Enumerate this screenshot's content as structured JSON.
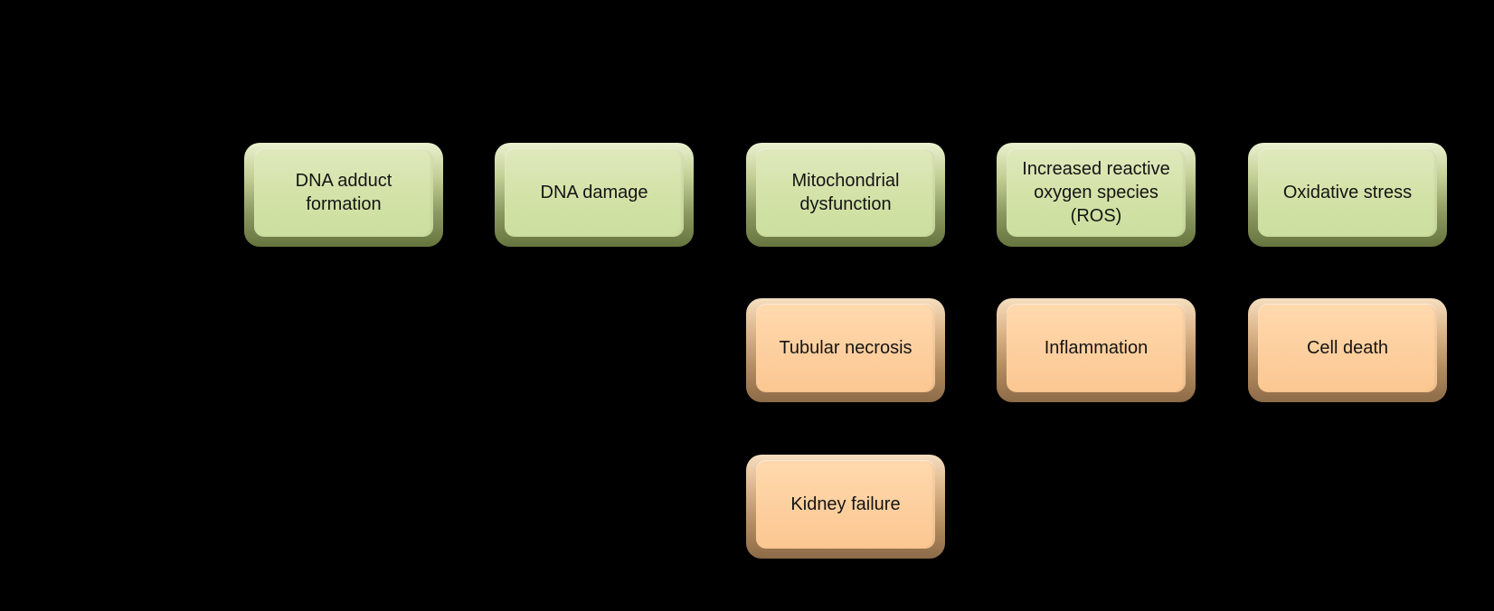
{
  "diagram": {
    "background_color": "#000000",
    "text_color": "#141414",
    "styles": {
      "green_fill": "#d3e2a7",
      "green_highlight": "#e9f0cf",
      "green_shadow": "#66743e",
      "orange_fill": "#fdcf9e",
      "orange_highlight": "#f5dec0",
      "orange_shadow": "#8d6b48"
    },
    "nodes": [
      {
        "id": "dna-adduct-formation",
        "label": "DNA adduct formation",
        "color": "green",
        "row": 1,
        "col": 1
      },
      {
        "id": "dna-damage",
        "label": "DNA damage",
        "color": "green",
        "row": 1,
        "col": 2
      },
      {
        "id": "mitochondrial-dysfunction",
        "label": "Mitochondrial dysfunction",
        "color": "green",
        "row": 1,
        "col": 3
      },
      {
        "id": "increased-ros",
        "label": "Increased reactive oxygen species (ROS)",
        "color": "green",
        "row": 1,
        "col": 4
      },
      {
        "id": "oxidative-stress",
        "label": "Oxidative stress",
        "color": "green",
        "row": 1,
        "col": 5
      },
      {
        "id": "tubular-necrosis",
        "label": "Tubular necrosis",
        "color": "orange",
        "row": 2,
        "col": 3
      },
      {
        "id": "inflammation",
        "label": "Inflammation",
        "color": "orange",
        "row": 2,
        "col": 4
      },
      {
        "id": "cell-death",
        "label": "Cell death",
        "color": "orange",
        "row": 2,
        "col": 5
      },
      {
        "id": "kidney-failure",
        "label": "Kidney failure",
        "color": "orange",
        "row": 3,
        "col": 3
      }
    ]
  }
}
